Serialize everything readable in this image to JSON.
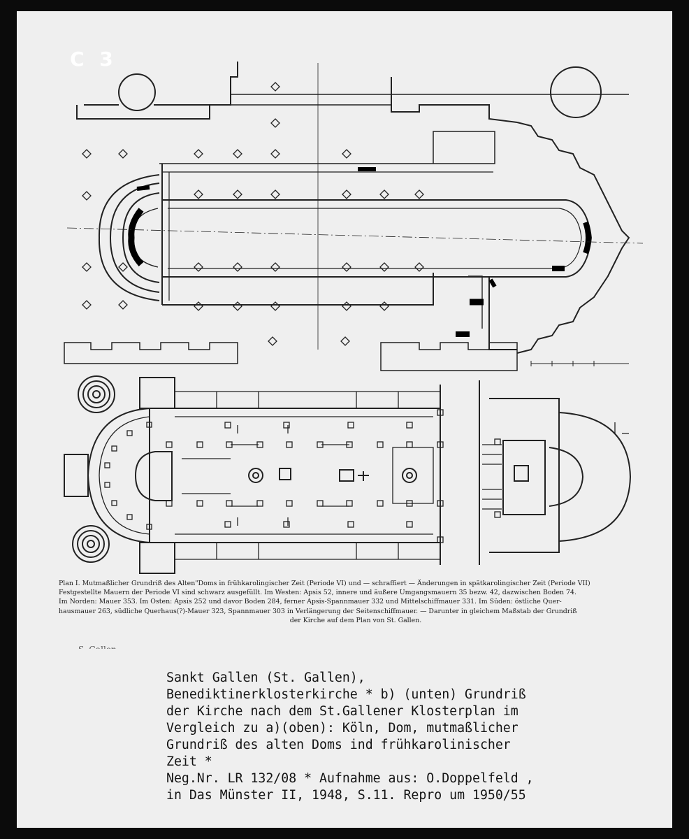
{
  "card": {
    "label": "C 3"
  },
  "caption": {
    "lines": [
      "Plan I. Mutmaßlicher Grundriß des Alten\"Doms in frühkarolingischer Zeit (Periode VI) und — schraffiert — Änderungen in spätkarolingischer Zeit (Periode VII)",
      "Festgestellte Mauern der Periode VI sind schwarz ausgefüllt. Im Westen: Apsis 52, innere und äußere Umgangsmauern 35 bezw. 42, dazwischen Boden 74.",
      "Im Norden: Mauer 353. Im Osten: Apsis 252 und davor Boden 284, ferner Apsis-Spannmauer 332 und Mittelschiffmauer 331. Im Süden: östliche Quer-",
      "hausmauer 263, südliche Querhaus(?)-Mauer 323, Spannmauer 303 in Verlängerung der Seitenschiffmauer. — Darunter in gleichem Maßstab der Grundriß",
      "der Kirche auf dem Plan von St. Gallen."
    ],
    "cutoff": "S. Gallen, ..."
  },
  "typed_label": {
    "lines": [
      "Sankt Gallen (St. Gallen),",
      "Benediktinerklosterkirche * b) (unten) Grundriß",
      "der Kirche nach dem St.Gallener Klosterplan im",
      "Vergleich zu a)(oben): Köln, Dom, mutmaßlicher",
      "Grundriß des alten Doms ind frühkarolinischer",
      "Zeit *",
      "Neg.Nr. LR 132/08 * Aufnahme aus: O.Doppelfeld ,",
      "in Das Münster II, 1948, S.11. Repro um 1950/55"
    ]
  }
}
